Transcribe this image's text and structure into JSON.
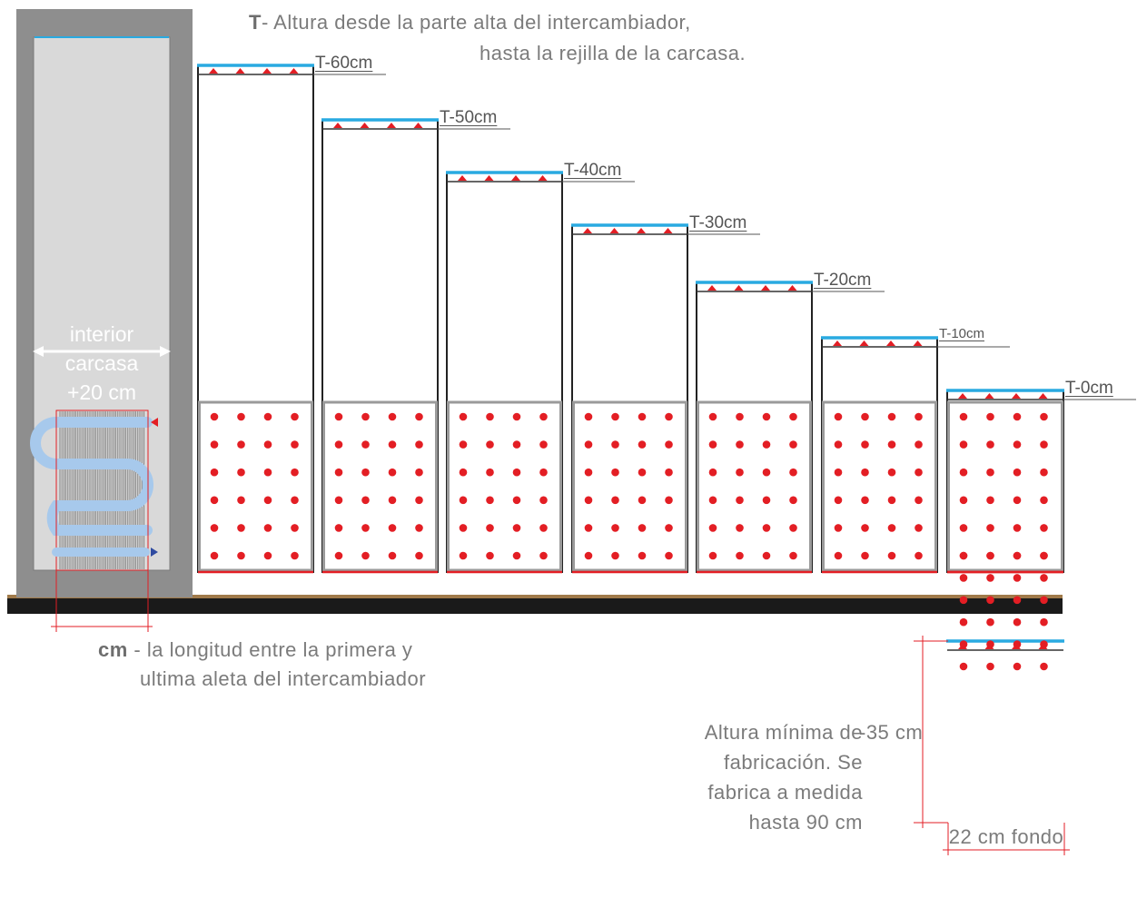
{
  "header_note": {
    "prefix": "T",
    "line1": "- Altura desde la parte alta del intercambiador,",
    "line2": "hasta la rejilla de la carcasa."
  },
  "left_unit": {
    "interior_lines": [
      "interior",
      "carcasa",
      "+20 cm"
    ]
  },
  "bottom_note": {
    "prefix": "cm",
    "line1": " - la longitud entre la primera y",
    "line2": "ultima aleta del intercambiador"
  },
  "housings": [
    {
      "label": "T-60cm"
    },
    {
      "label": "T-50cm"
    },
    {
      "label": "T-40cm"
    },
    {
      "label": "T-30cm"
    },
    {
      "label": "T-20cm"
    },
    {
      "label": "T-10cm"
    },
    {
      "label": "T-0cm"
    }
  ],
  "min_note": {
    "text": "Altura mínima de fabricación. Se fabrica a medida hasta 90 cm",
    "height_label": "-35 cm"
  },
  "depth_label": "22 cm fondo",
  "colors": {
    "grille": "#29aae1",
    "dots": "#e31e24",
    "wall": "#8e8e8e",
    "interior": "#d9d9d9",
    "floor": "#1a1a1a",
    "floor_top": "#a07a4a",
    "tube": "#a7c9ec"
  }
}
